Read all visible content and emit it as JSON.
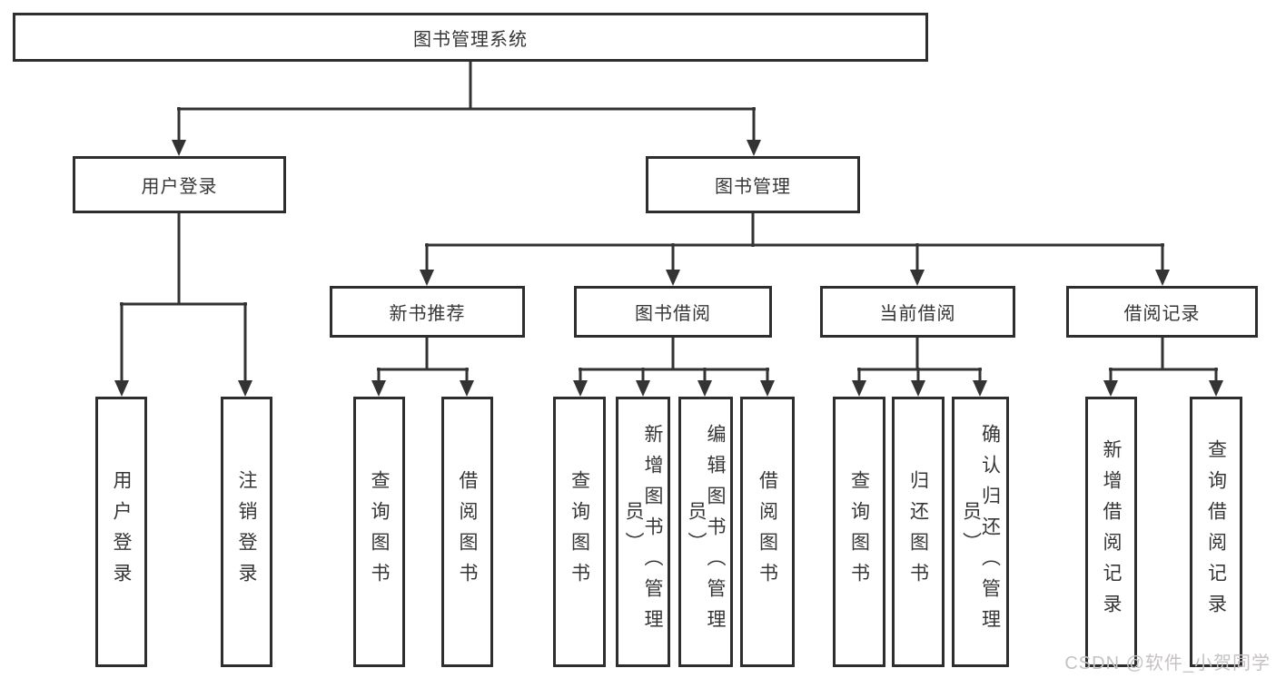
{
  "diagram": {
    "root": {
      "label": "图书管理系统"
    },
    "level2": [
      {
        "label": "用户登录"
      },
      {
        "label": "图书管理"
      }
    ],
    "level3": [
      {
        "label": "新书推荐"
      },
      {
        "label": "图书借阅"
      },
      {
        "label": "当前借阅"
      },
      {
        "label": "借阅记录"
      }
    ],
    "leaves": [
      {
        "label": "用户登录"
      },
      {
        "label": "注销登录"
      },
      {
        "label": "查询图书"
      },
      {
        "label": "借阅图书"
      },
      {
        "label": "查询图书"
      },
      {
        "label": "新增图书（管理员）"
      },
      {
        "label": "编辑图书（管理员）"
      },
      {
        "label": "借阅图书"
      },
      {
        "label": "查询图书"
      },
      {
        "label": "归还图书"
      },
      {
        "label": "确认归还（管理员）"
      },
      {
        "label": "新增借阅记录"
      },
      {
        "label": "查询借阅记录"
      }
    ],
    "watermark": "CSDN @软件_小贺同学",
    "colors": {
      "border": "#2e2e2e",
      "line": "#333333",
      "text": "#363636",
      "watermark": "#c6c2c2"
    }
  }
}
